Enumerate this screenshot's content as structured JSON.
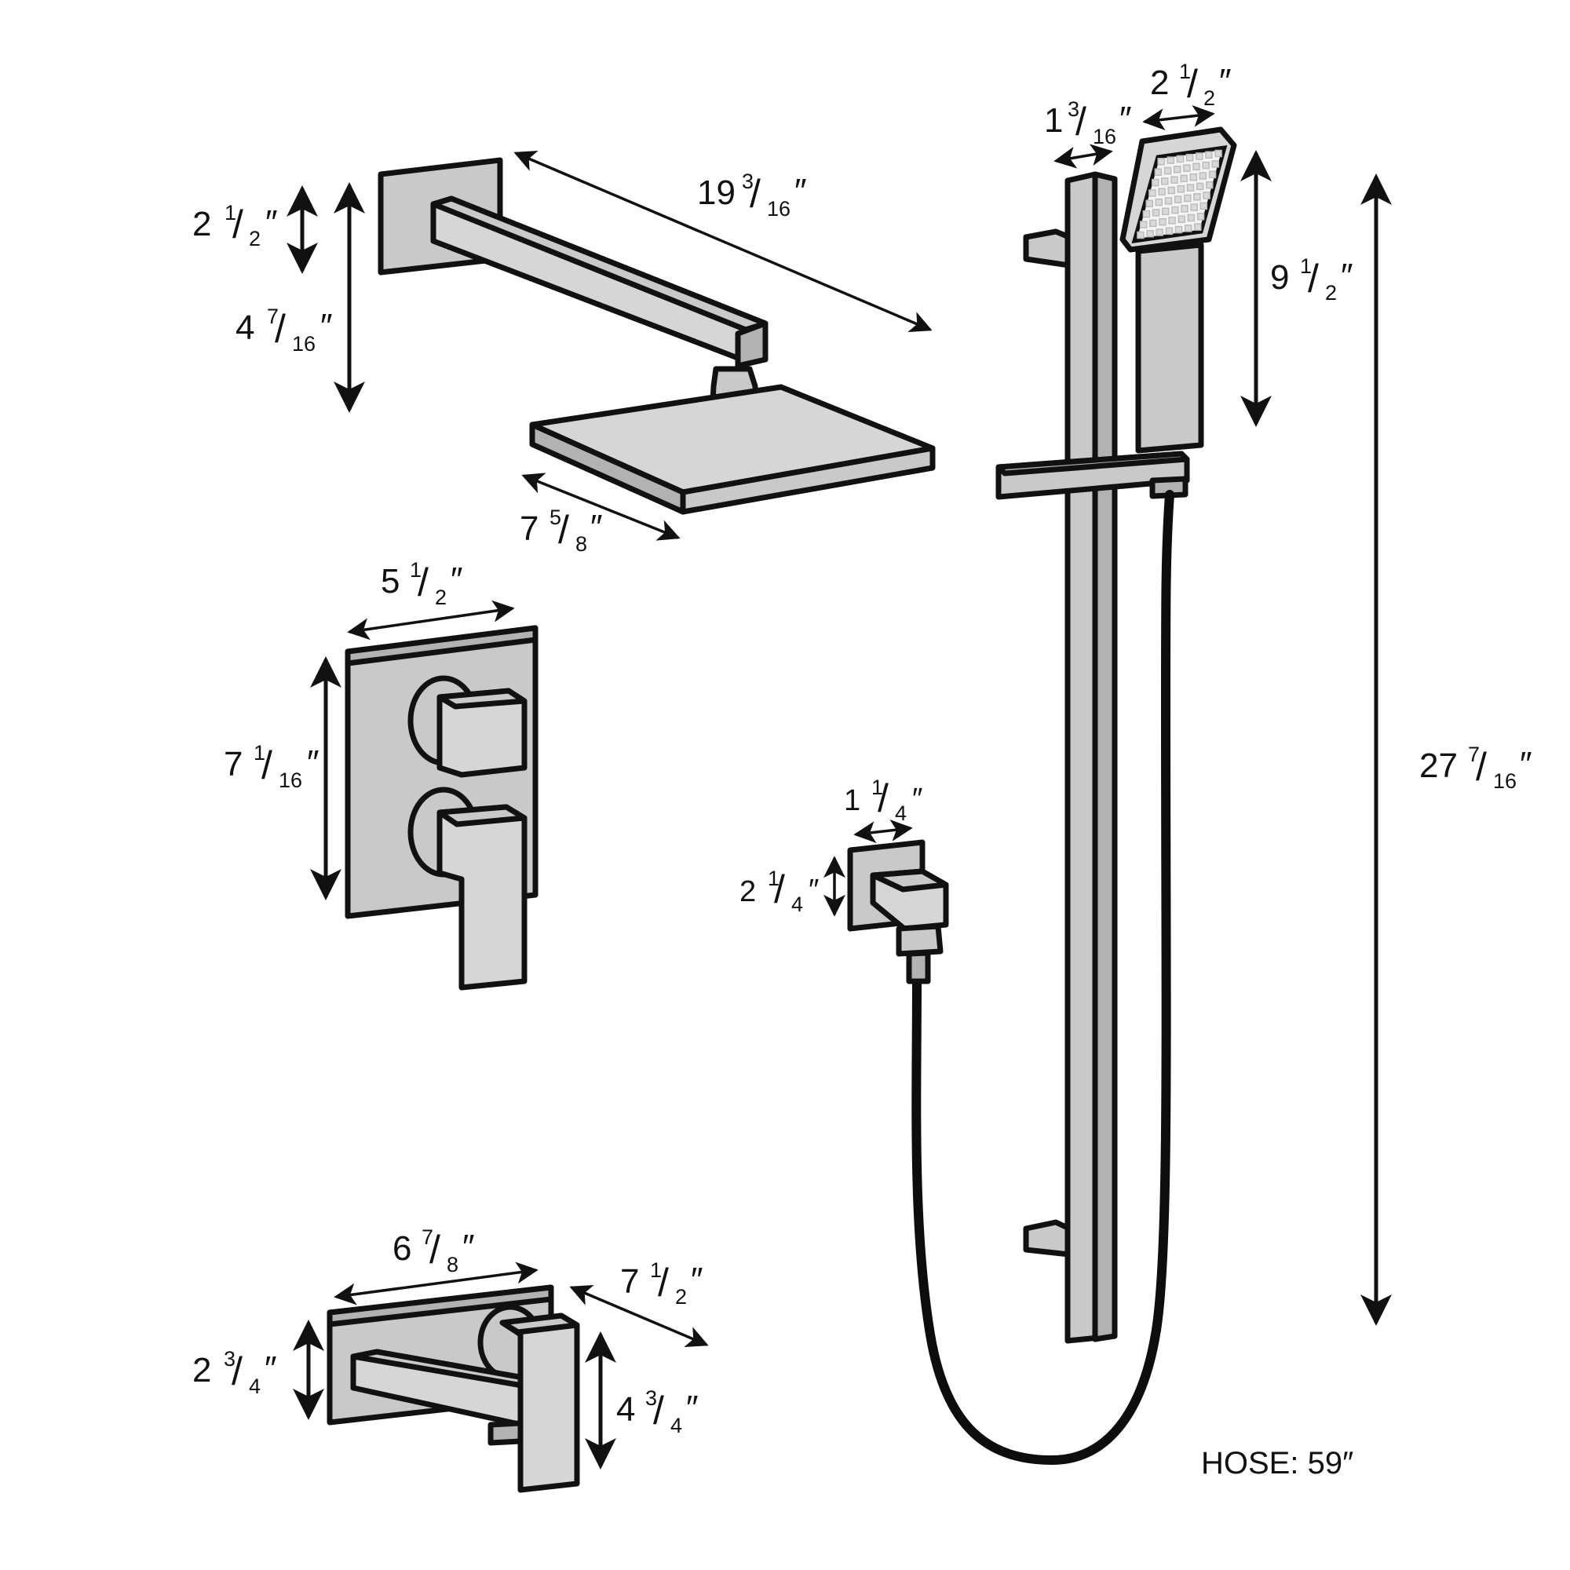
{
  "diagram": {
    "colors": {
      "metal": "#c9c9c9",
      "outline": "#111111",
      "hose": "#0d0d0d",
      "spray_face": "#f4f4f4"
    },
    "dimensions": {
      "flange_height": {
        "whole": "2",
        "num": "1",
        "den": "2",
        "unit": "″"
      },
      "shower_arm_drop": {
        "whole": "4",
        "num": "7",
        "den": "16",
        "unit": "″"
      },
      "shower_arm_length": {
        "whole": "19",
        "num": "3",
        "den": "16",
        "unit": "″"
      },
      "rain_head_width": {
        "whole": "7",
        "num": "5",
        "den": "8",
        "unit": "″"
      },
      "slide_bar_width": {
        "whole": "1",
        "num": "3",
        "den": "16",
        "unit": "″"
      },
      "hand_shower_width": {
        "whole": "2",
        "num": "1",
        "den": "2",
        "unit": "″"
      },
      "hand_shower_length": {
        "whole": "9",
        "num": "1",
        "den": "2",
        "unit": "″"
      },
      "slide_bar_length": {
        "whole": "27",
        "num": "7",
        "den": "16",
        "unit": "″"
      },
      "valve_plate_width": {
        "whole": "5",
        "num": "1",
        "den": "2",
        "unit": "″"
      },
      "valve_plate_height": {
        "whole": "7",
        "num": "1",
        "den": "16",
        "unit": "″"
      },
      "elbow_width": {
        "whole": "1",
        "num": "1",
        "den": "4",
        "unit": "″"
      },
      "elbow_height": {
        "whole": "2",
        "num": "1",
        "den": "4",
        "unit": "″"
      },
      "spout_plate_width": {
        "whole": "6",
        "num": "7",
        "den": "8",
        "unit": "″"
      },
      "spout_reach": {
        "whole": "7",
        "num": "1",
        "den": "2",
        "unit": "″"
      },
      "spout_plate_height": {
        "whole": "2",
        "num": "3",
        "den": "4",
        "unit": "″"
      },
      "spout_handle_height": {
        "whole": "4",
        "num": "3",
        "den": "4",
        "unit": "″"
      }
    },
    "hose": {
      "label": "HOSE: 59″"
    }
  }
}
